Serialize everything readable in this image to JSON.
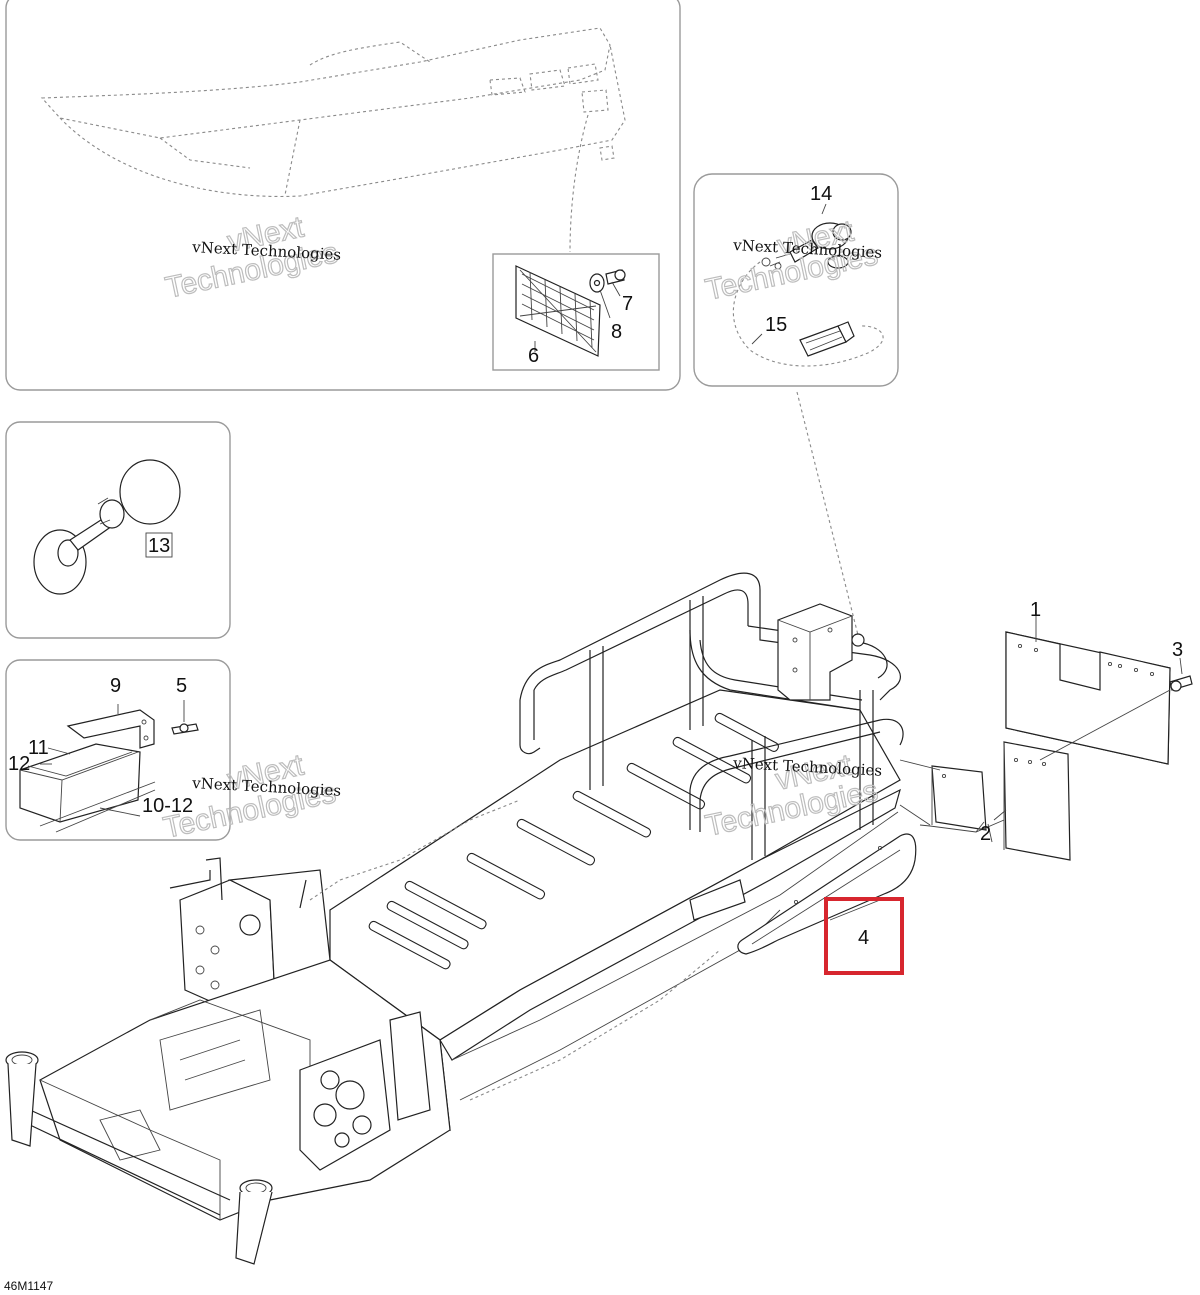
{
  "diagram_code": "46M1147",
  "watermark": {
    "line1": "vNext Technologies",
    "line2_a": "vNext",
    "line2_b": "Technologies"
  },
  "callouts": {
    "c1": "1",
    "c2": "2",
    "c3": "3",
    "c4": "4",
    "c5": "5",
    "c6": "6",
    "c7": "7",
    "c8": "8",
    "c9": "9",
    "c10_12": "10-12",
    "c11": "11",
    "c12": "12",
    "c13": "13",
    "c14": "14",
    "c15": "15"
  },
  "highlighted_part": "4",
  "colors": {
    "highlight": "#d7262e",
    "line": "#222222",
    "panel_border": "#9a9a9a"
  }
}
